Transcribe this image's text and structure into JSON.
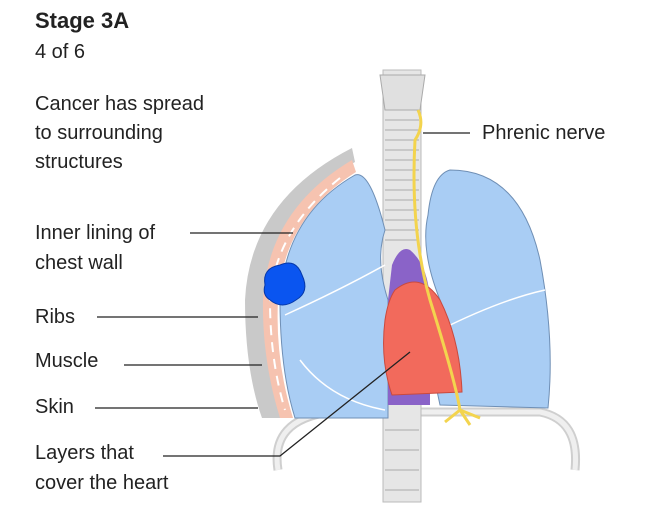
{
  "header": {
    "title": "Stage 3A",
    "step": "4 of 6"
  },
  "description": [
    "Cancer has spread",
    "to surrounding",
    "structures"
  ],
  "labels": {
    "inner_lining": [
      "Inner lining of",
      "chest wall"
    ],
    "ribs": "Ribs",
    "muscle": "Muscle",
    "skin": "Skin",
    "heart_layers": [
      "Layers that",
      "cover the heart"
    ],
    "phrenic_nerve": "Phrenic nerve"
  },
  "colors": {
    "lung": "#a9cdf4",
    "tumor": "#0a55f0",
    "heart": "#f26a5c",
    "vessel": "#8a63c8",
    "nerve": "#f3d44e",
    "muscle": "#f6c3b0",
    "bone": "#d9d9d9"
  }
}
